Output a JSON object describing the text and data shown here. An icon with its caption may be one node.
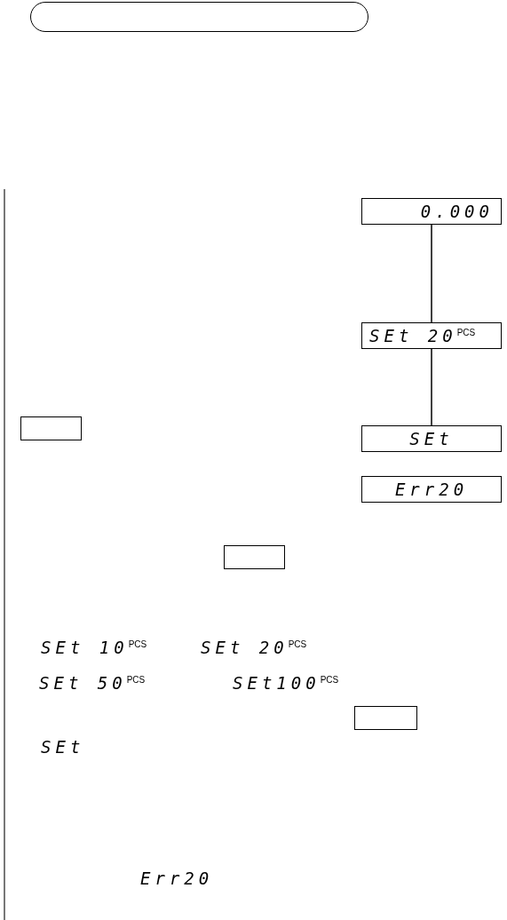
{
  "diagram": {
    "nodes": [
      {
        "text": [],
        "shape": "pill"
      },
      {
        "text": [
          "0.000"
        ]
      },
      {
        "text": [
          "SEt 20$^{PCS}$"
        ]
      },
      {
        "text": [],
        "shape": "box"
      },
      {
        "text": [
          "SEt"
        ]
      },
      {
        "text": [
          "Err20"
        ]
      },
      {
        "text": [],
        "shape": "box"
      },
      {
        "text": [],
        "shape": "box"
      }
    ],
    "edges": [
      {
        "from": 1,
        "to": 2,
        "arrow": "none"
      },
      {
        "from": 2,
        "to": 4,
        "arrow": "none"
      }
    ],
    "labels": [
      "SEt 10$^{PCS}$",
      "SEt 20$^{PCS}$",
      "SEt 50$^{PCS}$",
      "SEt100$^{PCS}$",
      "SEt",
      "Err20"
    ]
  }
}
